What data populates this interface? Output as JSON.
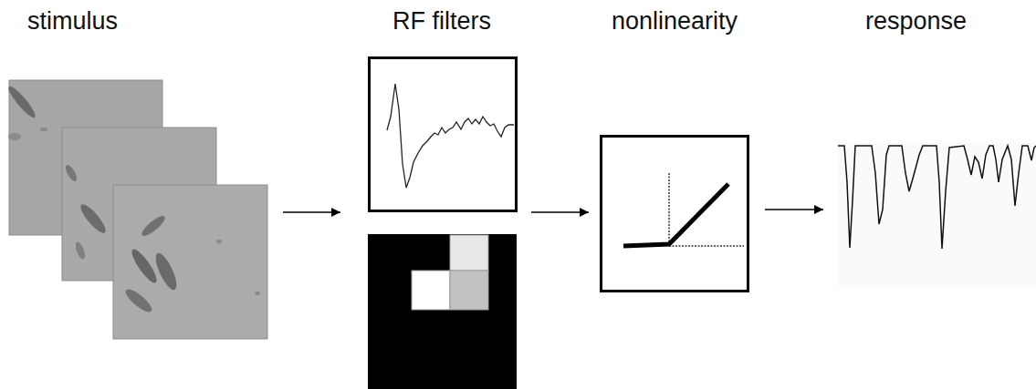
{
  "diagram": {
    "nodes": [
      {
        "text": [
          "stimulus"
        ]
      },
      {
        "text": [
          "RF filters"
        ]
      },
      {
        "text": [
          "nonlinearity"
        ]
      },
      {
        "text": [
          "response"
        ]
      }
    ],
    "edges": [
      {
        "from": 0,
        "to": 1,
        "arrow": "to"
      },
      {
        "from": 1,
        "to": 2,
        "arrow": "to"
      },
      {
        "from": 2,
        "to": 3,
        "arrow": "to"
      }
    ]
  }
}
